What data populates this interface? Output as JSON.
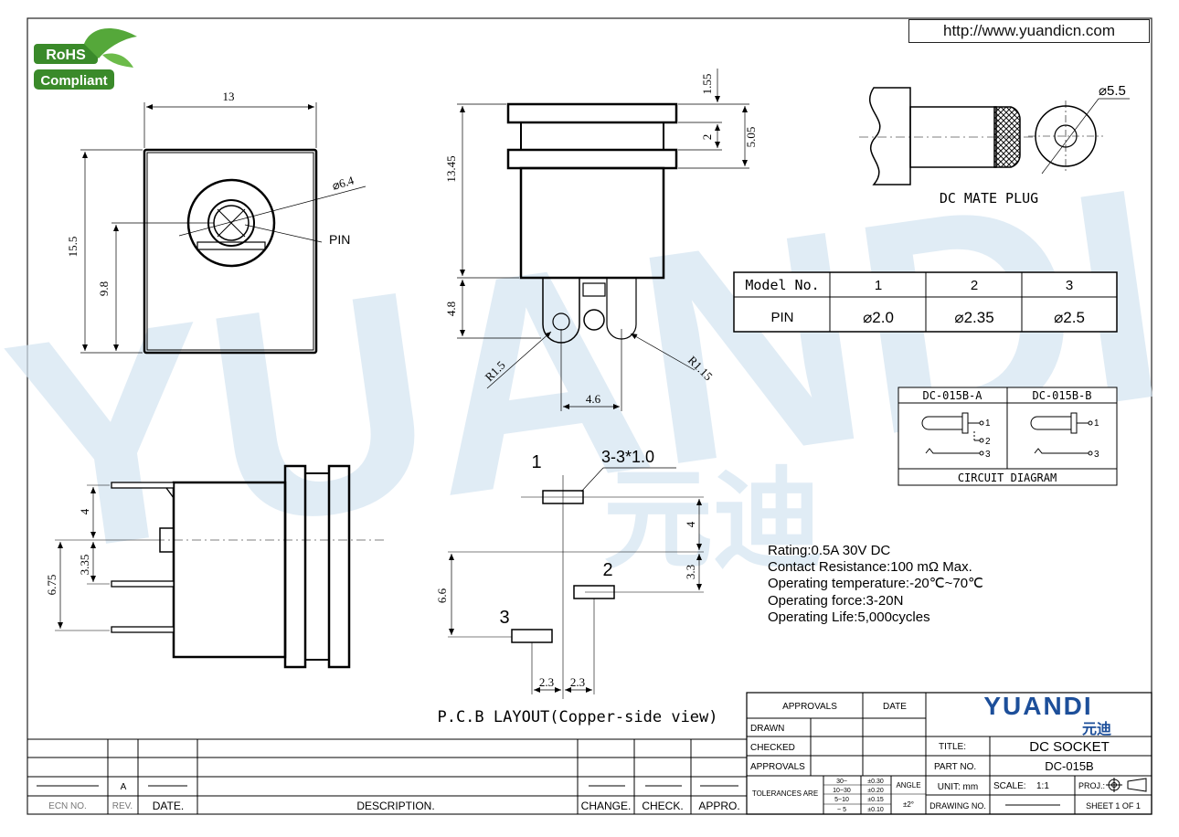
{
  "header": {
    "url": "http://www.yuandicn.com",
    "rohs_badge": {
      "line1": "RoHS",
      "line2": "Compliant",
      "color": "#3a8a2a"
    }
  },
  "watermark": {
    "text": "YUANDI",
    "chinese": "元迪",
    "color": "#cfe0ee"
  },
  "front_view": {
    "dims": {
      "width": "13",
      "height": "15.5",
      "pin_height": "9.8",
      "diameter": "⌀6.4"
    },
    "pin_label": "PIN"
  },
  "side_view": {
    "dims": {
      "top": "1.55",
      "gap": "2",
      "flange": "5.05",
      "body": "13.45",
      "tail": "4.8",
      "r_left": "R1.5",
      "r_right": "R1.15",
      "pitch": "4.6"
    }
  },
  "mate_plug": {
    "diameter": "⌀5.5",
    "label": "DC MATE PLUG"
  },
  "model_table": {
    "headers": [
      "Model No.",
      "1",
      "2",
      "3"
    ],
    "row_label": "PIN",
    "values": [
      "⌀2.0",
      "⌀2.35",
      "⌀2.5"
    ]
  },
  "circuit": {
    "variant_a": "DC-015B-A",
    "variant_b": "DC-015B-B",
    "title": "CIRCUIT DIAGRAM",
    "pins": [
      "1",
      "2",
      "3"
    ]
  },
  "bottom_view": {
    "dims": {
      "a": "4",
      "b": "3.35",
      "c": "6.75"
    }
  },
  "pcb_layout": {
    "pads": [
      "1",
      "2",
      "3"
    ],
    "pad_spec": "3-3*1.0",
    "dims": {
      "v1": "4",
      "v2": "3.3",
      "v3": "6.6",
      "h1": "2.3",
      "h2": "2.3"
    },
    "caption": "P.C.B  LAYOUT(Copper-side  view)"
  },
  "specs": [
    "Rating:0.5A  30V  DC",
    "Contact  Resistance:100  mΩ  Max.",
    "Operating  temperature:-20℃~70℃",
    "Operating  force:3-20N",
    "Operating  Life:5,000cycles"
  ],
  "title_block": {
    "approvals_header": "APPROVALS",
    "date_header": "DATE",
    "rows": [
      "DRAWN",
      "CHECKED",
      "APPROVALS"
    ],
    "tolerances_label": "TOLERANCES ARE",
    "tol_ranges": [
      "30~",
      "10~30",
      "5~10",
      "~ 5"
    ],
    "tol_values": [
      "±0.30",
      "±0.20",
      "±0.15",
      "±0.10"
    ],
    "angle_label": "ANGLE",
    "angle_value": "±2°",
    "brand": "YUANDI",
    "brand_cn": "元迪",
    "brand_color": "#1d4f9a",
    "title_label": "TITLE:",
    "title": "DC SOCKET",
    "part_label": "PART NO.",
    "part_no": "DC-015B",
    "unit": "UNIT: mm",
    "scale_label": "SCALE:",
    "scale": "1:1",
    "proj_label": "PROJ.:",
    "drawing_label": "DRAWING NO.",
    "sheet": "SHEET  1  OF  1"
  },
  "revision_block": {
    "headers": [
      "ECN NO.",
      "REV.",
      "DATE.",
      "DESCRIPTION.",
      "CHANGE.",
      "CHECK.",
      "APPRO."
    ],
    "rev": "A"
  }
}
